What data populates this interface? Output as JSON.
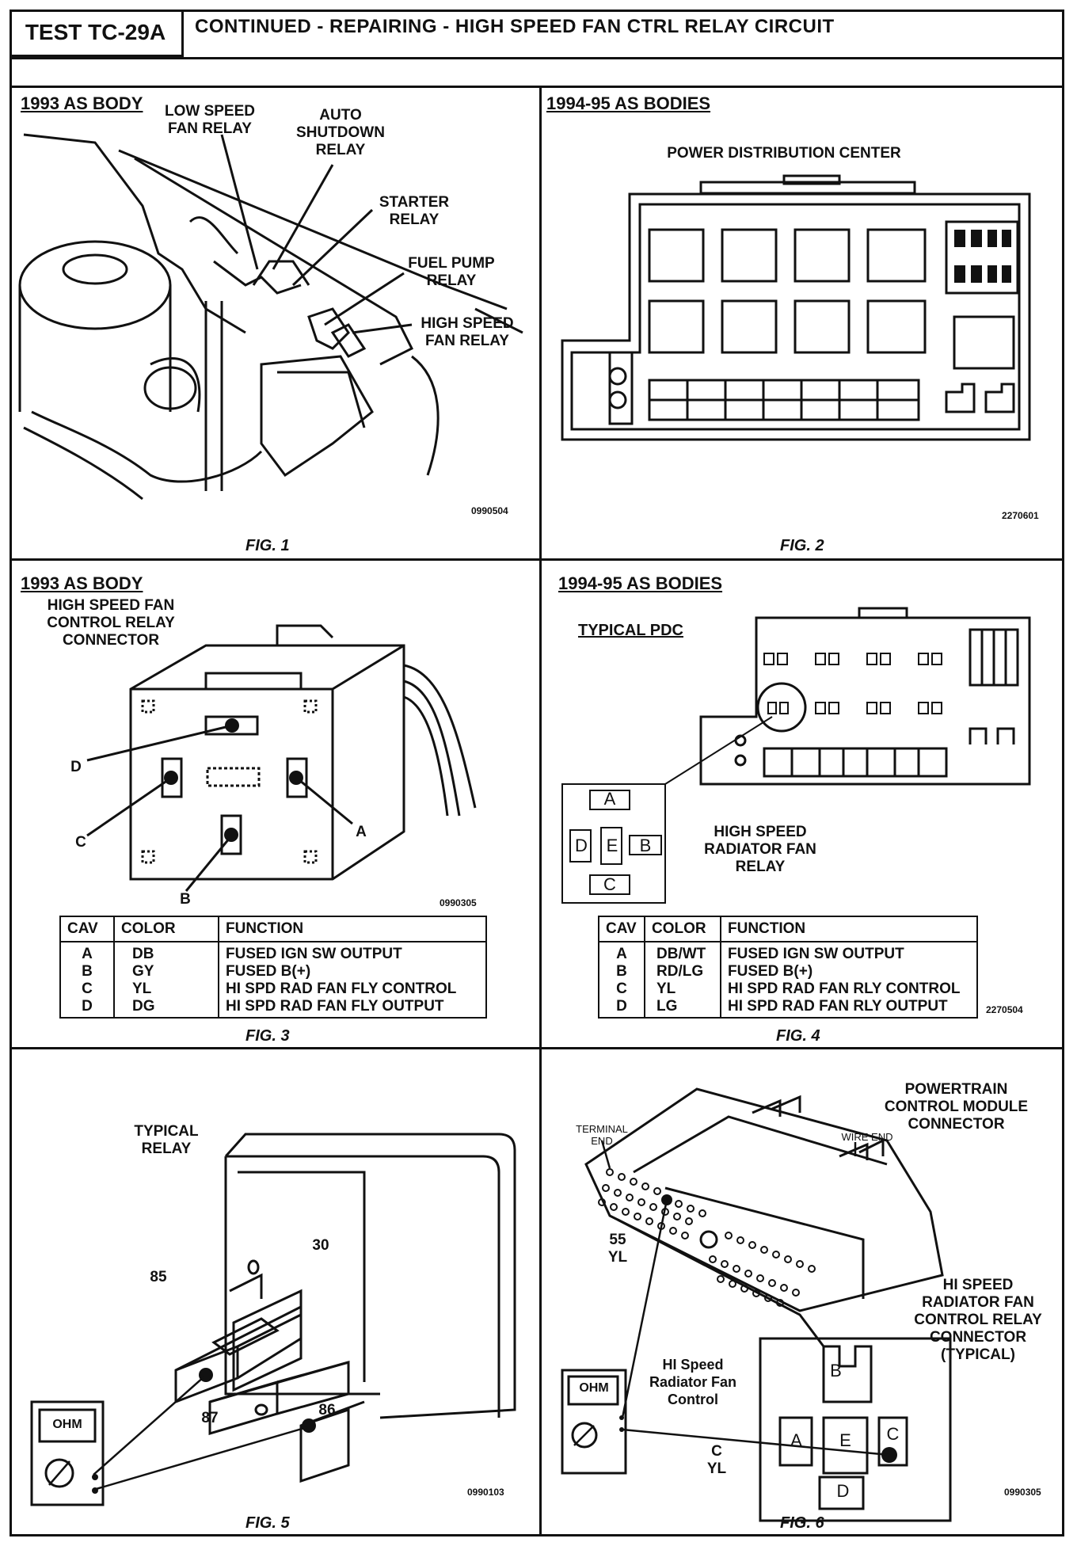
{
  "header": {
    "test_id": "TEST TC-29A",
    "title": "CONTINUED - REPAIRING - HIGH SPEED FAN CTRL RELAY CIRCUIT"
  },
  "fig1": {
    "heading": "1993 AS BODY",
    "label_low_speed": "LOW SPEED FAN RELAY",
    "label_auto": "AUTO SHUTDOWN RELAY",
    "label_starter": "STARTER RELAY",
    "label_fuel": "FUEL PUMP RELAY",
    "label_high": "HIGH SPEED FAN RELAY",
    "code": "0990504",
    "caption": "FIG. 1"
  },
  "fig2": {
    "heading": "1994-95 AS BODIES",
    "subtitle": "POWER DISTRIBUTION CENTER",
    "code": "2270601",
    "caption": "FIG. 2"
  },
  "fig3": {
    "heading": "1993 AS BODY",
    "connector_label": "HIGH SPEED FAN CONTROL RELAY CONNECTOR",
    "pin_a": "A",
    "pin_b": "B",
    "pin_c": "C",
    "pin_d": "D",
    "code": "0990305",
    "caption": "FIG. 3",
    "table": {
      "h_cav": "CAV",
      "h_color": "COLOR",
      "h_function": "FUNCTION",
      "rows": [
        {
          "cav": "A",
          "color": "DB",
          "function": "FUSED IGN SW OUTPUT"
        },
        {
          "cav": "B",
          "color": "GY",
          "function": "FUSED B(+)"
        },
        {
          "cav": "C",
          "color": "YL",
          "function": "HI SPD RAD FAN FLY CONTROL"
        },
        {
          "cav": "D",
          "color": "DG",
          "function": "HI SPD RAD FAN FLY OUTPUT"
        }
      ]
    }
  },
  "fig4": {
    "heading": "1994-95 AS BODIES",
    "typical": "TYPICAL PDC",
    "relay_label": "HIGH SPEED RADIATOR FAN RELAY",
    "pin_a": "A",
    "pin_b": "B",
    "pin_c": "C",
    "pin_d": "D",
    "pin_e": "E",
    "code": "2270504",
    "caption": "FIG. 4",
    "table": {
      "h_cav": "CAV",
      "h_color": "COLOR",
      "h_function": "FUNCTION",
      "rows": [
        {
          "cav": "A",
          "color": "DB/WT",
          "function": "FUSED IGN SW OUTPUT"
        },
        {
          "cav": "B",
          "color": "RD/LG",
          "function": "FUSED B(+)"
        },
        {
          "cav": "C",
          "color": "YL",
          "function": "HI SPD RAD FAN RLY CONTROL"
        },
        {
          "cav": "D",
          "color": "LG",
          "function": "HI SPD RAD FAN RLY OUTPUT"
        }
      ]
    }
  },
  "fig5": {
    "typical": "TYPICAL RELAY",
    "t30": "30",
    "t85": "85",
    "t87": "87",
    "t86": "86",
    "ohm": "OHM",
    "code": "0990103",
    "caption": "FIG. 5"
  },
  "fig6": {
    "pcm_label": "POWERTRAIN CONTROL MODULE CONNECTOR",
    "terminal_end": "TERMINAL END",
    "wire_end": "WIRE END",
    "pin55": "55",
    "pin55_color": "YL",
    "hi_speed_ctrl": "HI Speed Radiator Fan Control",
    "relay_connector": "HI SPEED RADIATOR FAN CONTROL RELAY CONNECTOR (TYPICAL)",
    "pin_c": "C",
    "pin_c_color": "YL",
    "pin_a": "A",
    "pin_b": "B",
    "pin_d": "D",
    "pin_e": "E",
    "ohm": "OHM",
    "code": "0990305",
    "caption": "FIG. 6"
  }
}
